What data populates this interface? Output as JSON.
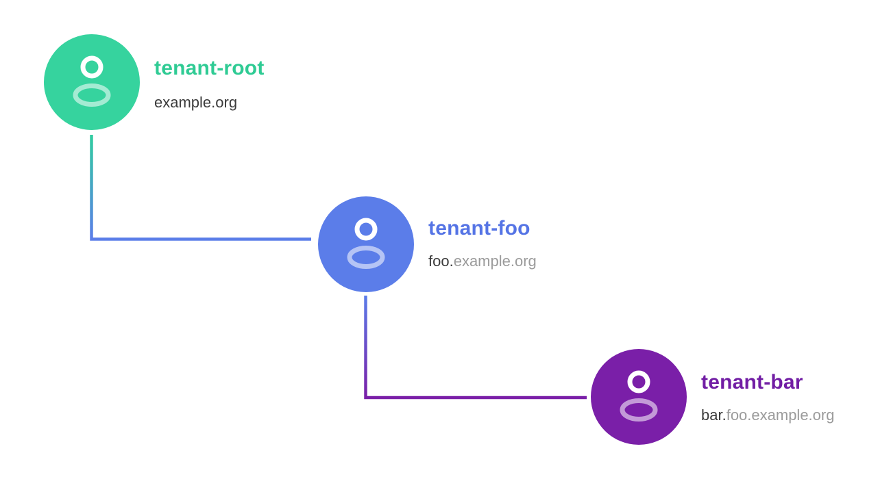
{
  "diagram": {
    "title": "tenant-hierarchy",
    "icon": "person-icon",
    "nodes": [
      {
        "name": "tenant-root",
        "title": "tenant-root",
        "domain_dark": "example.org",
        "domain_gray": "",
        "circle_color": "#36d39e",
        "title_color": "#2fcb94"
      },
      {
        "name": "tenant-foo",
        "title": "tenant-foo",
        "domain_dark": "foo.",
        "domain_gray": "example.org",
        "circle_color": "#5b7de9",
        "title_color": "#5574e5"
      },
      {
        "name": "tenant-bar",
        "title": "tenant-bar",
        "domain_dark": "bar.",
        "domain_gray": "foo.example.org",
        "circle_color": "#7a1fa8",
        "title_color": "#711da4"
      }
    ],
    "connectors": [
      {
        "name": "root-to-foo",
        "from": "tenant-root",
        "to": "tenant-foo",
        "from_color": "#31cda0",
        "to_color": "#5b7de9"
      },
      {
        "name": "foo-to-bar",
        "from": "tenant-foo",
        "to": "tenant-bar",
        "from_color": "#5b7de9",
        "to_color": "#7a1fa8"
      }
    ],
    "text_colors": {
      "domain_dark": "#3b3b3b",
      "domain_gray": "#9b9b9b"
    }
  }
}
